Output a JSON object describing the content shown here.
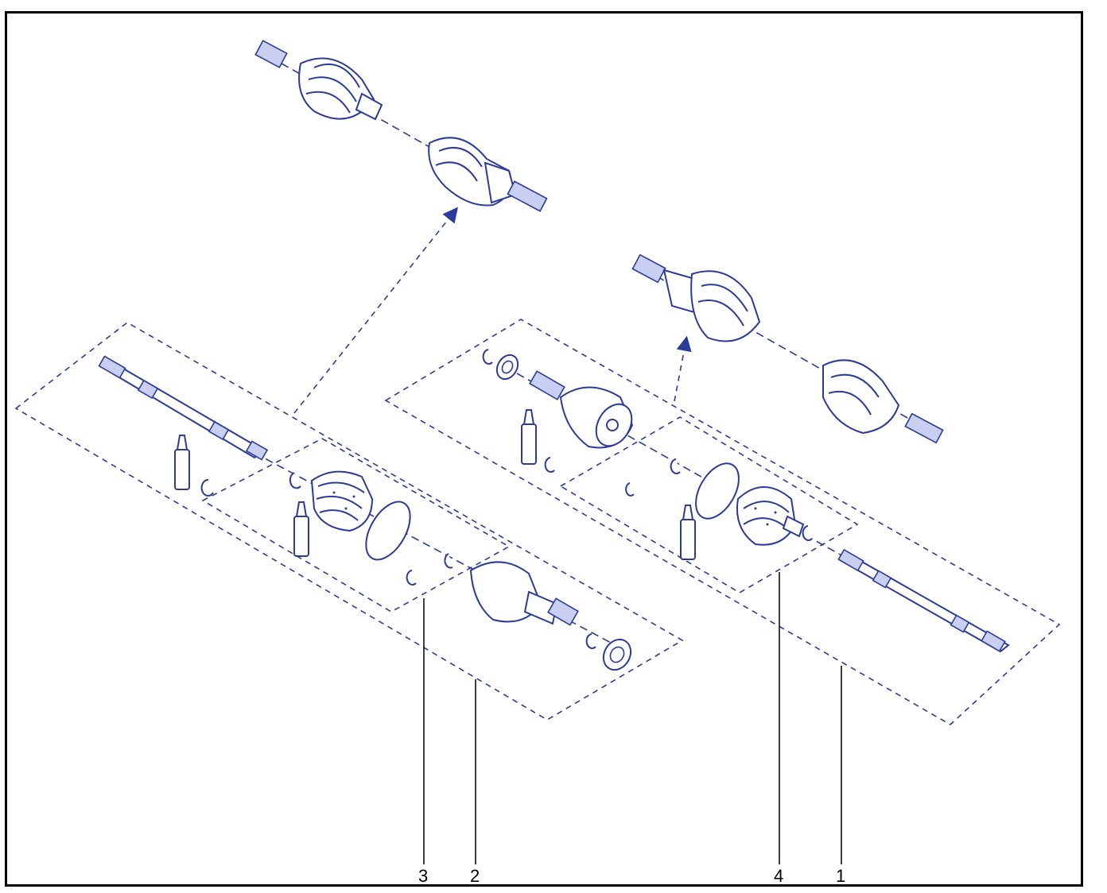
{
  "callouts": [
    {
      "label": "3"
    },
    {
      "label": "2"
    },
    {
      "label": "4"
    },
    {
      "label": "1"
    }
  ],
  "colors": {
    "line": "#2a3b9a",
    "frame": "#000000",
    "background": "#ffffff"
  }
}
